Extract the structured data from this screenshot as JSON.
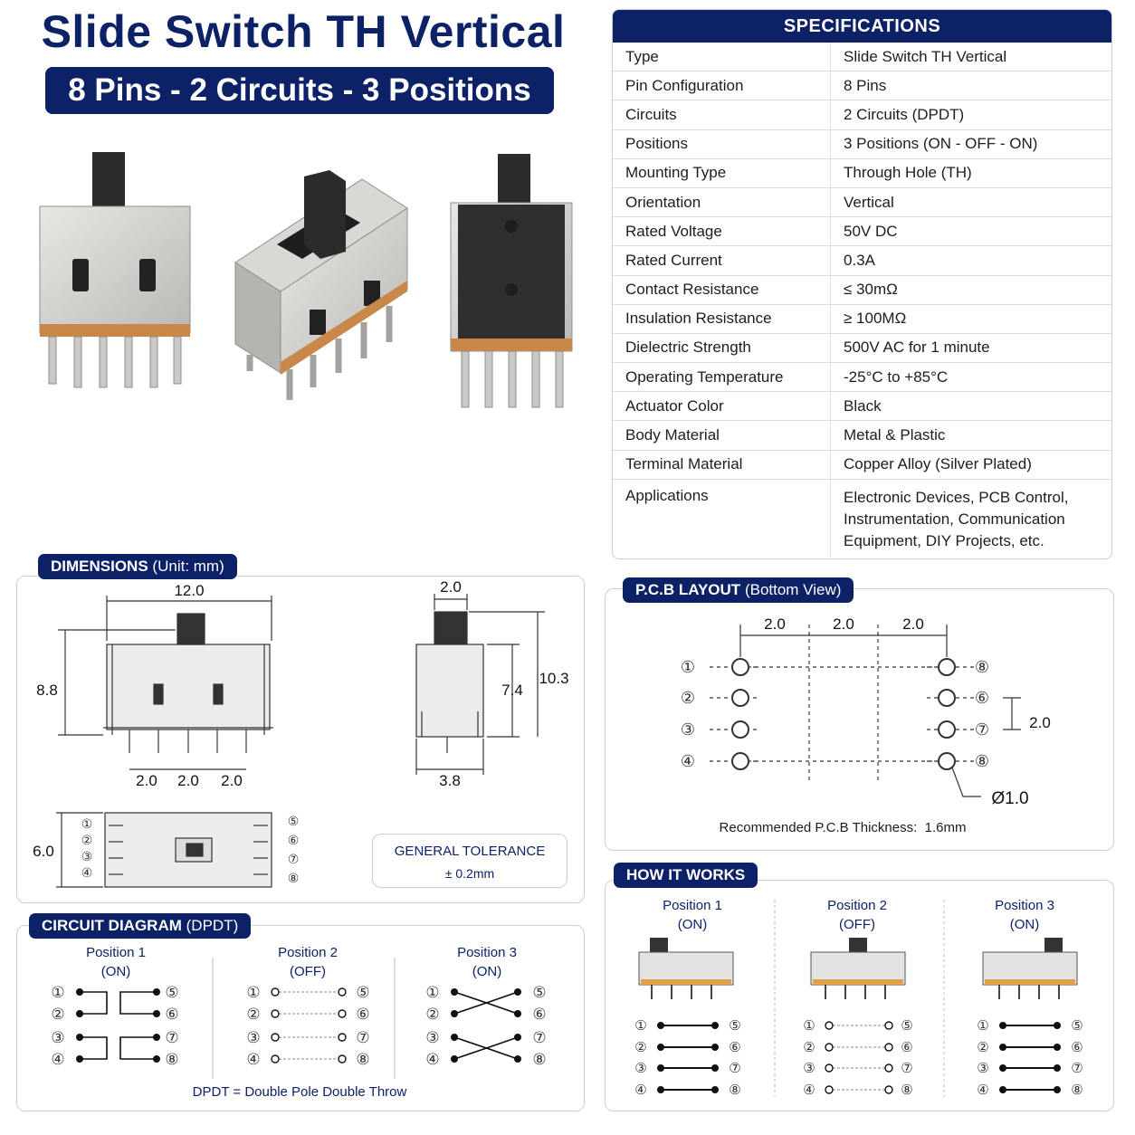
{
  "header": {
    "title": "Slide Switch TH Vertical",
    "subtitle": "8 Pins - 2 Circuits - 3 Positions"
  },
  "specifications": {
    "heading": "SPECIFICATIONS",
    "rows": [
      {
        "key": "Type",
        "value": "Slide Switch TH Vertical"
      },
      {
        "key": "Pin Configuration",
        "value": "8 Pins"
      },
      {
        "key": "Circuits",
        "value": "2 Circuits (DPDT)"
      },
      {
        "key": "Positions",
        "value": "3 Positions (ON - OFF - ON)"
      },
      {
        "key": "Mounting Type",
        "value": "Through Hole (TH)"
      },
      {
        "key": "Orientation",
        "value": "Vertical"
      },
      {
        "key": "Rated Voltage",
        "value": "50V DC"
      },
      {
        "key": "Rated Current",
        "value": "0.3A"
      },
      {
        "key": "Contact Resistance",
        "value": "≤ 30mΩ"
      },
      {
        "key": "Insulation Resistance",
        "value": "≥ 100MΩ"
      },
      {
        "key": "Dielectric Strength",
        "value": "500V AC for 1 minute"
      },
      {
        "key": "Operating Temperature",
        "value": "-25°C to +85°C"
      },
      {
        "key": "Actuator Color",
        "value": "Black"
      },
      {
        "key": "Body Material",
        "value": "Metal & Plastic"
      },
      {
        "key": "Terminal Material",
        "value": "Copper Alloy (Silver Plated)"
      },
      {
        "key": "Applications",
        "value": "Electronic Devices, PCB Control, Instrumentation, Communication Equipment, DIY Projects, etc."
      }
    ]
  },
  "dimensions": {
    "heading": "DIMENSIONS",
    "unit": "(Unit: mm)",
    "width": "12.0",
    "height": "8.8",
    "pitch": "2.0",
    "side_actuator": "2.0",
    "side_body": "7.4",
    "side_total": "10.3",
    "side_depth": "3.8",
    "bottom_depth": "6.0",
    "tolerance_title": "GENERAL TOLERANCE",
    "tolerance_value": "± 0.2mm"
  },
  "pcb": {
    "heading": "P.C.B LAYOUT",
    "sub": "(Bottom View)",
    "pitch": "2.0",
    "hole": "Ø1.0",
    "thickness_label": "Recommended P.C.B Thickness:",
    "thickness_value": "1.6mm"
  },
  "circuit": {
    "heading": "CIRCUIT DIAGRAM",
    "sub": "(DPDT)",
    "positions": [
      {
        "name": "Position 1",
        "state": "(ON)"
      },
      {
        "name": "Position 2",
        "state": "(OFF)"
      },
      {
        "name": "Position 3",
        "state": "(ON)"
      }
    ],
    "footer": "DPDT = Double Pole Double Throw"
  },
  "how": {
    "heading": "HOW IT WORKS",
    "positions": [
      {
        "name": "Position 1",
        "state": "(ON)"
      },
      {
        "name": "Position 2",
        "state": "(OFF)"
      },
      {
        "name": "Position 3",
        "state": "(ON)"
      }
    ]
  },
  "pins": {
    "left": [
      "①",
      "②",
      "③",
      "④"
    ],
    "right": [
      "⑤",
      "⑥",
      "⑦",
      "⑧"
    ],
    "pcb_right": [
      "⑧",
      "⑥",
      "⑦",
      "⑧"
    ]
  },
  "colors": {
    "navy": "#0d2167",
    "metal": "#d6d5d2",
    "actuator": "#2b2b2b",
    "base": "#c9884a"
  }
}
